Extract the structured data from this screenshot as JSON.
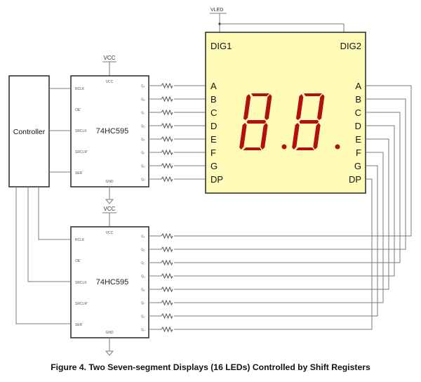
{
  "caption": "Figure 4. Two Seven-segment Displays (16 LEDs) Controlled by Shift Registers",
  "controller": {
    "label": "Controller"
  },
  "supply": {
    "vcc": "VCC",
    "vled": "VLED"
  },
  "shift_registers": [
    {
      "name": "74HC595",
      "power_pin": "VCC",
      "ground_pin": "GND",
      "input_pins": [
        "RCLK",
        "OE'",
        "SRCLK",
        "SRCLR'",
        "SER"
      ],
      "output_pins": [
        "QA",
        "QB",
        "QC",
        "QD",
        "QE",
        "QF",
        "QG",
        "QH"
      ],
      "drives": "DIG1"
    },
    {
      "name": "74HC595",
      "power_pin": "VCC",
      "ground_pin": "GND",
      "input_pins": [
        "RCLK",
        "OE'",
        "SRCLK",
        "SRCLR'",
        "SER"
      ],
      "output_pins": [
        "QA",
        "QB",
        "QC",
        "QD",
        "QE",
        "QF",
        "QG",
        "QH"
      ],
      "drives": "DIG2"
    }
  ],
  "display": {
    "digits": [
      "DIG1",
      "DIG2"
    ],
    "segment_pins": [
      "A",
      "B",
      "C",
      "D",
      "E",
      "F",
      "G",
      "DP"
    ],
    "shown_text": "8.8.",
    "segment_color": "#b30f0f",
    "background_color": "#fefcb7"
  }
}
